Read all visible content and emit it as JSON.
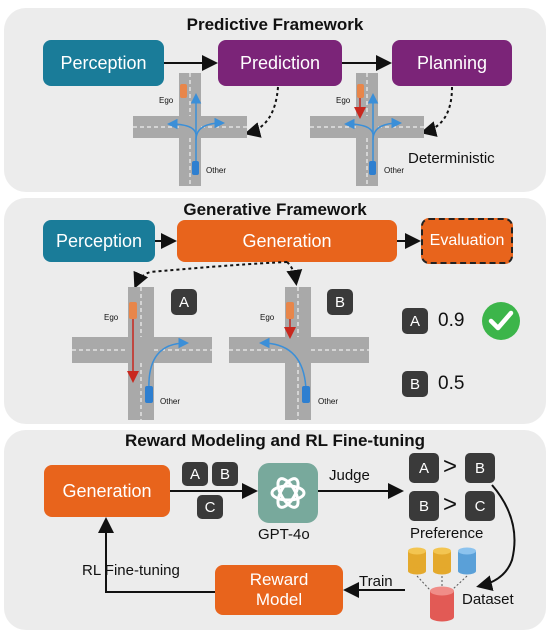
{
  "panels": {
    "predictive": {
      "title": "Predictive Framework",
      "perception": "Perception",
      "prediction": "Prediction",
      "planning": "Planning",
      "deterministic": "Deterministic",
      "ego": "Ego",
      "other": "Other"
    },
    "generative": {
      "title": "Generative Framework",
      "perception": "Perception",
      "generation": "Generation",
      "evaluation": "Evaluation",
      "ego": "Ego",
      "other": "Other",
      "badge_a": "A",
      "badge_b": "B",
      "score_a": "0.9",
      "score_b": "0.5"
    },
    "reward": {
      "title": "Reward Modeling and RL Fine-tuning",
      "generation": "Generation",
      "gpt": "GPT-4o",
      "judge": "Judge",
      "preference": "Preference",
      "train": "Train",
      "dataset": "Dataset",
      "reward_model": "Reward\nModel",
      "rl_finetuning": "RL Fine-tuning",
      "badge_a": "A",
      "badge_b": "B",
      "badge_c": "C",
      "gt": ">"
    }
  },
  "colors": {
    "teal": "#1a7c99",
    "purple": "#7b2478",
    "orange": "#e8641c",
    "badge": "#3a3a3a",
    "check": "#3cb54a",
    "road": "#a9a9a9"
  },
  "icons": [
    "ego-car-icon",
    "other-car-icon",
    "checkmark-icon",
    "openai-logo-icon",
    "database-icon"
  ]
}
